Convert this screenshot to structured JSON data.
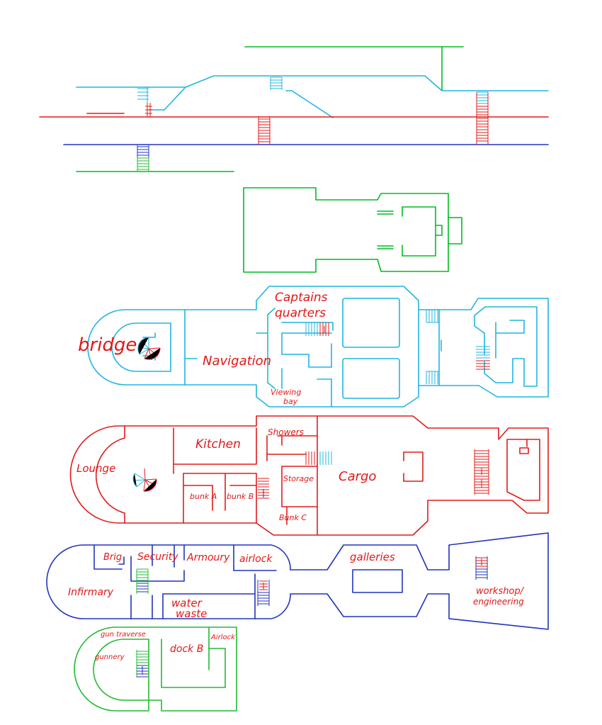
{
  "colors": {
    "top_deck": "#00bb22",
    "upper_deck": "#1fb6e0",
    "main_deck": "#e21b1b",
    "lower_deck": "#2233bb",
    "landing_deck": "#22bb33",
    "label_ink": "#e01818"
  },
  "labels": {
    "bridge": "bridge",
    "navigation": "Navigation",
    "captains_quarters_line1": "Captains",
    "captains_quarters_line2": "quarters",
    "viewing_bay_line1": "Viewing",
    "viewing_bay_line2": "bay",
    "lounge": "Lounge",
    "kitchen": "Kitchen",
    "showers": "Showers",
    "storage": "Storage",
    "cargo": "Cargo",
    "bunk_a": "bunk A",
    "bunk_b": "bunk B",
    "bunk_c": "Bunk C",
    "brig": "Brig",
    "security": "Security",
    "armoury": "Armoury",
    "airlock": "airlock",
    "galleries": "galleries",
    "infirmary": "Infirmary",
    "water_waste_line1": "water",
    "water_waste_line2": "waste",
    "workshop_line1": "workshop/",
    "workshop_line2": "engineering",
    "gun_traverse": "gun traverse",
    "gunnery": "gunnery",
    "dock_b": "dock B",
    "airlock_b": "Airlock"
  }
}
